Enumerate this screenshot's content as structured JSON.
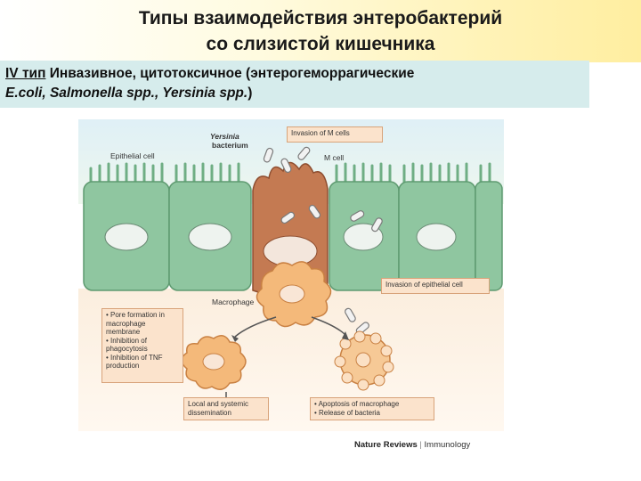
{
  "slide": {
    "title_line1": "Типы взаимодействия энтеробактерий",
    "title_line2": "со слизистой кишечника",
    "subtitle": {
      "type_label": "IV тип",
      "type_desc": " Инвазивное, цитотоксичное (энтерогеморрагические",
      "line2": "E.coli, Salmonella spp., Yersinia spp.",
      "line2_close": ")"
    }
  },
  "figure": {
    "labels": {
      "yersinia": "Yersinia",
      "bacterium": "bacterium",
      "epithelial_cell": "Epithelial cell",
      "m_cell": "M cell",
      "macrophage": "Macrophage"
    },
    "boxes": {
      "invasion_m": "Invasion of M cells",
      "invasion_epi": "Invasion of epithelial cell",
      "left_1": "• Pore formation in macrophage membrane",
      "left_2": "• Inhibition of phagocytosis",
      "left_3": "• Inhibition of TNF production",
      "dissemination": "Local and systemic dissemination",
      "apoptosis_1": "• Apoptosis of macrophage",
      "apoptosis_2": "• Release of bacteria"
    },
    "credit": {
      "publisher": "Nature Reviews",
      "sep": " | ",
      "journal": "Immunology"
    },
    "colors": {
      "epithelium": "#8fc6a0",
      "m_cell": "#c47a52",
      "macrophage": "#f4b97a",
      "box_fill": "#fbe3cc"
    }
  }
}
